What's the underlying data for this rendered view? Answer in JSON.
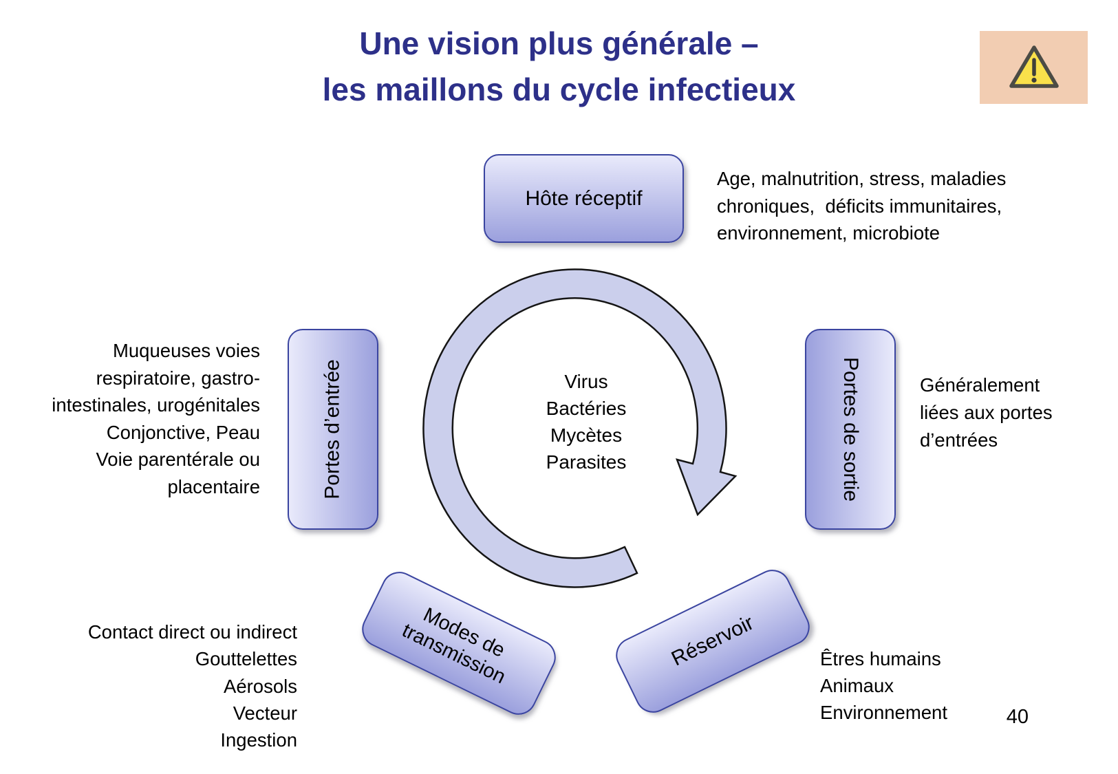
{
  "slide": {
    "title": {
      "line1": "Une vision plus générale –",
      "line2": "les maillons du cycle infectieux"
    },
    "page_number": "40"
  },
  "colors": {
    "title_text": "#2d3089",
    "box_border": "#3a44a0",
    "box_gradient_light": "#e9eafb",
    "box_gradient_dark": "#9ba0dd",
    "ring_fill": "#cbcfec",
    "warning_bg": "#f2cdb2",
    "warning_triangle": "#f9e04b"
  },
  "cycle": {
    "host_box": "Hôte réceptif",
    "entry_box": "Portes d’entrée",
    "exit_box": "Portes de sortie",
    "transmission_box": {
      "line1": "Modes de",
      "line2": "transmission"
    },
    "reservoir_box": "Réservoir",
    "agents": [
      "Virus",
      "Bactéries",
      "Mycètes",
      "Parasites"
    ]
  },
  "annotations": {
    "host_factors": [
      "Age, malnutrition, stress, maladies",
      "chroniques,  déficits immunitaires,",
      "environnement, microbiote"
    ],
    "entry_routes": [
      "Muqueuses voies",
      "respiratoire, gastro-",
      "intestinales, urogénitales",
      "Conjonctive, Peau",
      "Voie parentérale ou",
      "placentaire"
    ],
    "exit_note": [
      "Généralement",
      "liées aux portes",
      "d’entrées"
    ],
    "transmission_modes": [
      "Contact direct ou indirect",
      "Gouttelettes",
      "Aérosols",
      "Vecteur",
      "Ingestion"
    ],
    "reservoir_types": [
      "Êtres humains",
      "Animaux",
      "Environnement"
    ]
  }
}
